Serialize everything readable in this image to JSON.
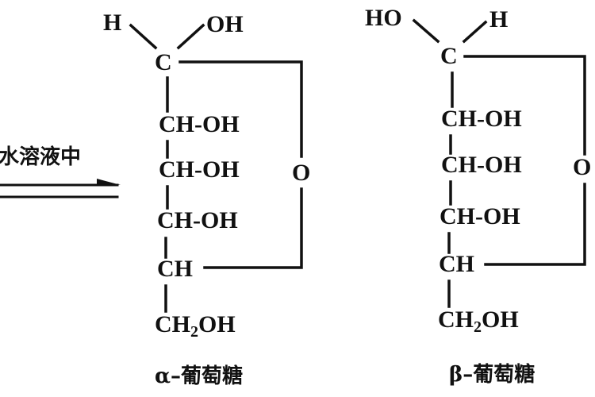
{
  "condition": {
    "label": "水溶液中"
  },
  "arrow": {
    "type": "equilibrium"
  },
  "alpha": {
    "top_left": "H",
    "top_right": "OH",
    "anomeric_c": "C",
    "rows": [
      "CH-OH",
      "CH-OH",
      "CH-OH",
      "CH"
    ],
    "ring_oxygen": "O",
    "tail_main": "CH",
    "tail_sub": "2",
    "tail_end": "OH",
    "name_prefix": "α–",
    "name": "葡萄糖"
  },
  "beta": {
    "top_left": "HO",
    "top_right": "H",
    "anomeric_c": "C",
    "rows": [
      "CH-OH",
      "CH-OH",
      "CH-OH",
      "CH"
    ],
    "ring_oxygen": "O",
    "tail_main": "CH",
    "tail_sub": "2",
    "tail_end": "OH",
    "name_prefix": "β–",
    "name": "葡萄糖"
  }
}
